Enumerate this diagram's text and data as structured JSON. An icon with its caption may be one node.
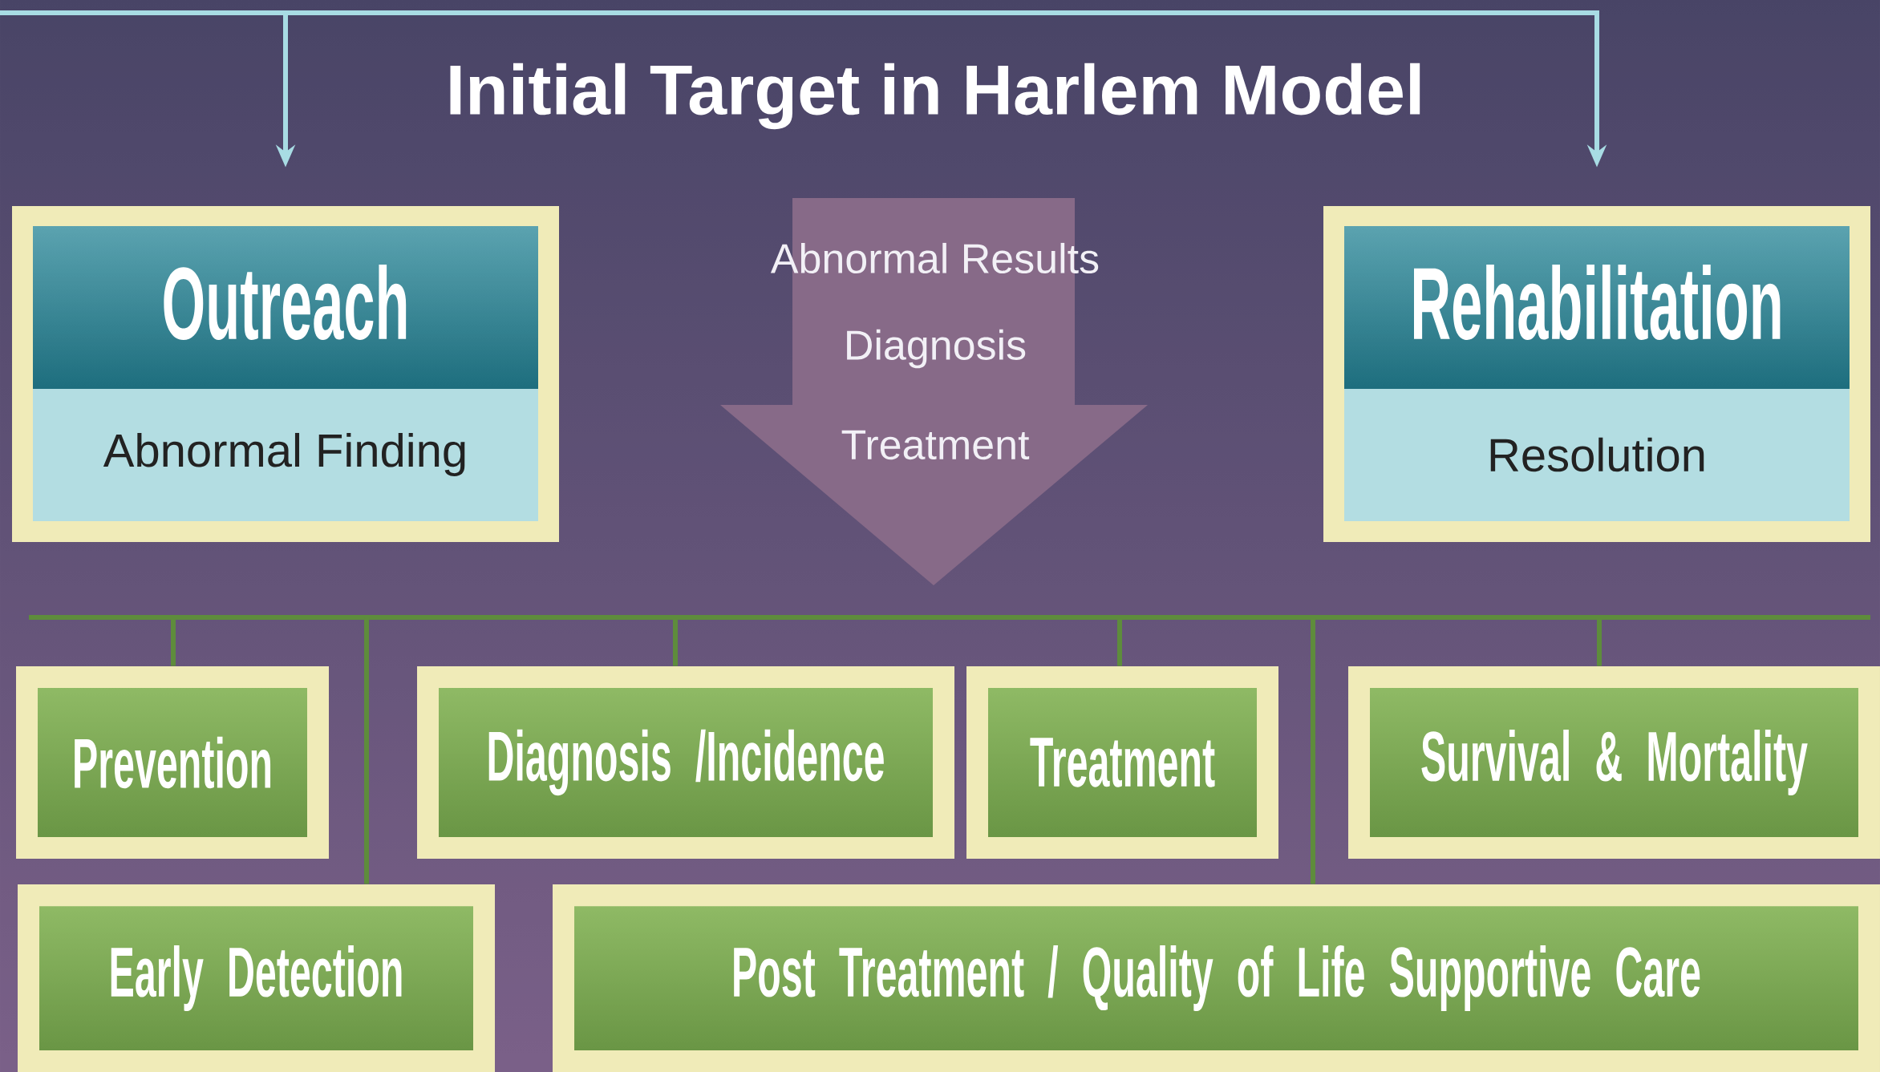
{
  "diagram": {
    "title": "Initial Target in Harlem Model",
    "nodes": [
      {
        "text": [
          "Outreach",
          "Abnormal Finding"
        ]
      },
      {
        "text": [
          "Abnormal Results",
          "Diagnosis",
          "Treatment"
        ]
      },
      {
        "text": [
          "Rehabilitation",
          "Resolution"
        ]
      },
      {
        "text": [
          "Prevention"
        ]
      },
      {
        "text": [
          "Diagnosis /Incidence"
        ]
      },
      {
        "text": [
          "Treatment"
        ]
      },
      {
        "text": [
          "Survival & Mortality"
        ]
      },
      {
        "text": [
          "Early Detection"
        ]
      },
      {
        "text": [
          "Post Treatment / Quality of Life Supportive Care"
        ]
      }
    ],
    "edges": [
      {
        "from": 0,
        "to": 2,
        "arrow": "both",
        "color": "#a8dce4"
      },
      {
        "from": null,
        "to": 3,
        "arrow": "none"
      },
      {
        "from": null,
        "to": 7,
        "arrow": "none"
      },
      {
        "from": null,
        "to": 4,
        "arrow": "none"
      },
      {
        "from": null,
        "to": 5,
        "arrow": "none"
      },
      {
        "from": null,
        "to": 8,
        "arrow": "none"
      },
      {
        "from": null,
        "to": 6,
        "arrow": "none"
      }
    ]
  }
}
